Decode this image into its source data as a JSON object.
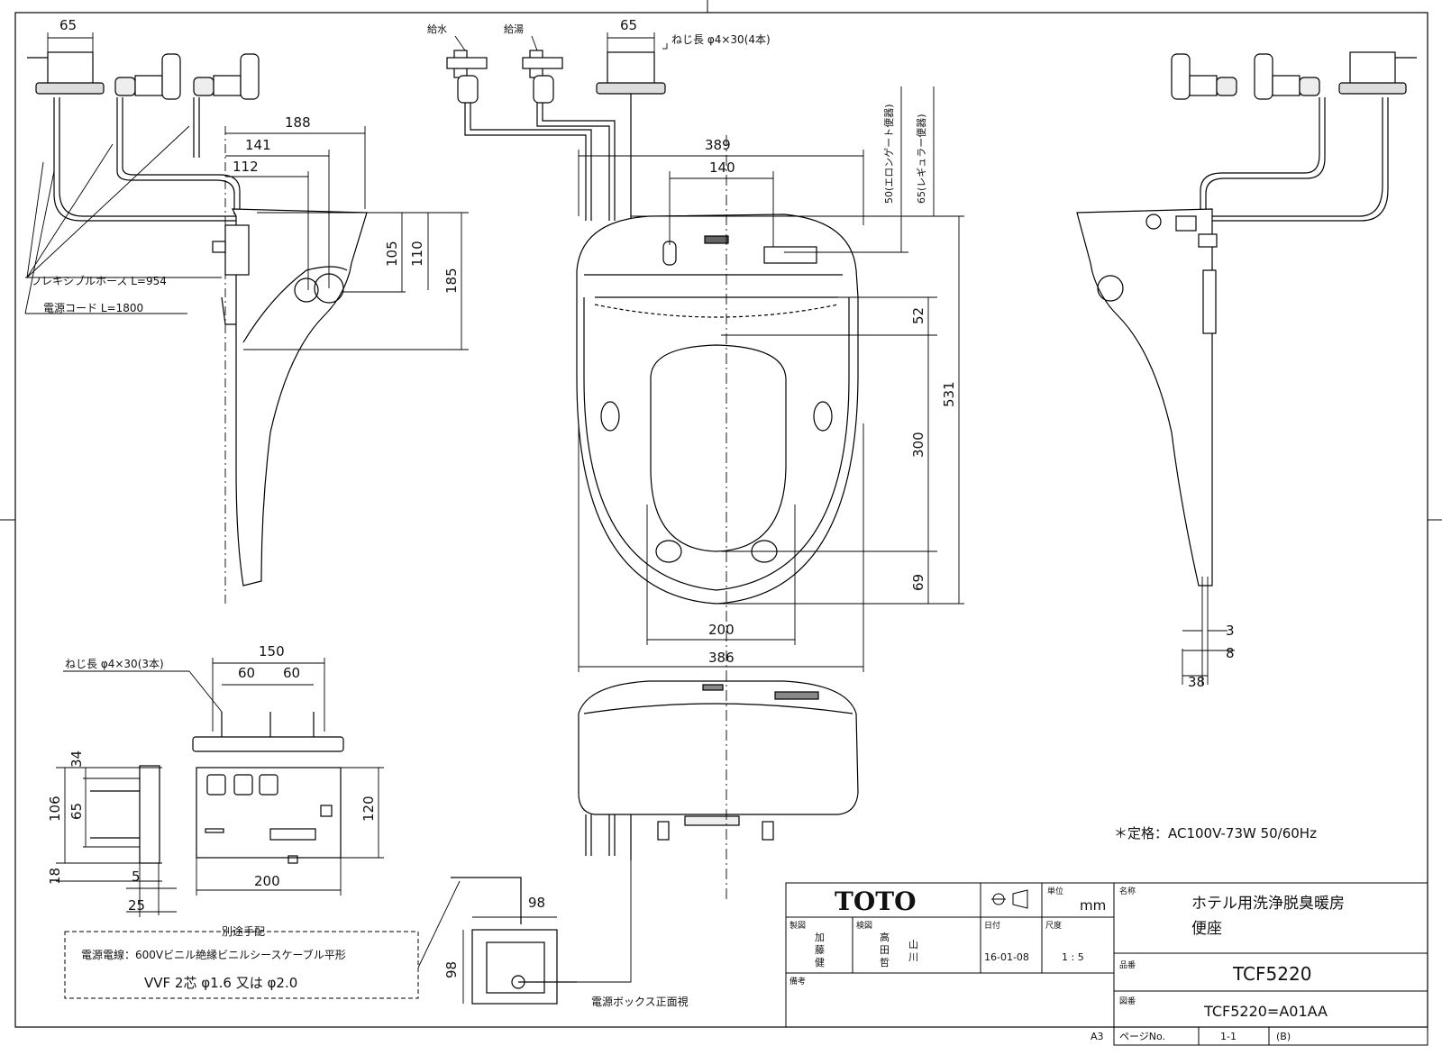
{
  "page": {
    "paper_size": "A3"
  },
  "dimensions": {
    "left_view": {
      "w65": "65",
      "d188": "188",
      "d141": "141",
      "d112": "112",
      "d105": "105",
      "d110": "110",
      "d185": "185"
    },
    "top_view": {
      "w65": "65",
      "d389": "389",
      "d140": "140",
      "d200": "200",
      "d386": "386",
      "d52": "52",
      "d531": "531",
      "d300": "300",
      "d69": "69",
      "d50": "50(エロンゲート便器)",
      "d65": "65(レギュラー便器)"
    },
    "right_view": {
      "d3": "3",
      "d8": "8",
      "d38": "38"
    },
    "plate": {
      "d150": "150",
      "d60a": "60",
      "d60b": "60",
      "d34": "34",
      "d106": "106",
      "d65": "65",
      "d18": "18",
      "d5": "5",
      "d25": "25",
      "d120": "120",
      "d200": "200"
    },
    "power_box": {
      "d98w": "98",
      "d98h": "98"
    }
  },
  "labels": {
    "water_supply": "給水",
    "hot_water": "給湯",
    "screw_top": "ねじ長 φ4×30(4本)",
    "screw_plate": "ねじ長 φ4×30(3本)",
    "flex_hose": "フレキシブルホース L=954",
    "power_cord": "電源コード L=1800",
    "rating": "＊定格：AC100V-73W 50/60Hz",
    "separate_title": "別途手配",
    "separate_line1": "電源電線：600Vビニル絶縁ビニルシースケーブル平形",
    "separate_line2": "VVF 2芯 φ1.6 又は φ2.0",
    "power_box_view": "電源ボックス正面視"
  },
  "title_block": {
    "logo": "TOTO",
    "unit_label": "単位",
    "unit": "mm",
    "name_label": "名称",
    "product_name_1": "ホテル用洗浄脱臭暖房",
    "product_name_2": "便座",
    "drawn_label": "製図",
    "drawn_by": [
      "加",
      "藤",
      "健"
    ],
    "checked_label": "検図",
    "checked_by": [
      "高",
      "田",
      "哲"
    ],
    "checked_by2": [
      "山",
      "川"
    ],
    "date_label": "日付",
    "date": "16-01-08",
    "scale_label": "尺度",
    "scale": "1 : 5",
    "product_no_label": "品番",
    "product_no": "TCF5220",
    "drawing_no_label": "図番",
    "drawing_no": "TCF5220=A01AA",
    "remarks_label": "備考",
    "page_label": "ページNo.",
    "page": "1-1",
    "revision": "(B)",
    "sheet_size": "A3"
  }
}
